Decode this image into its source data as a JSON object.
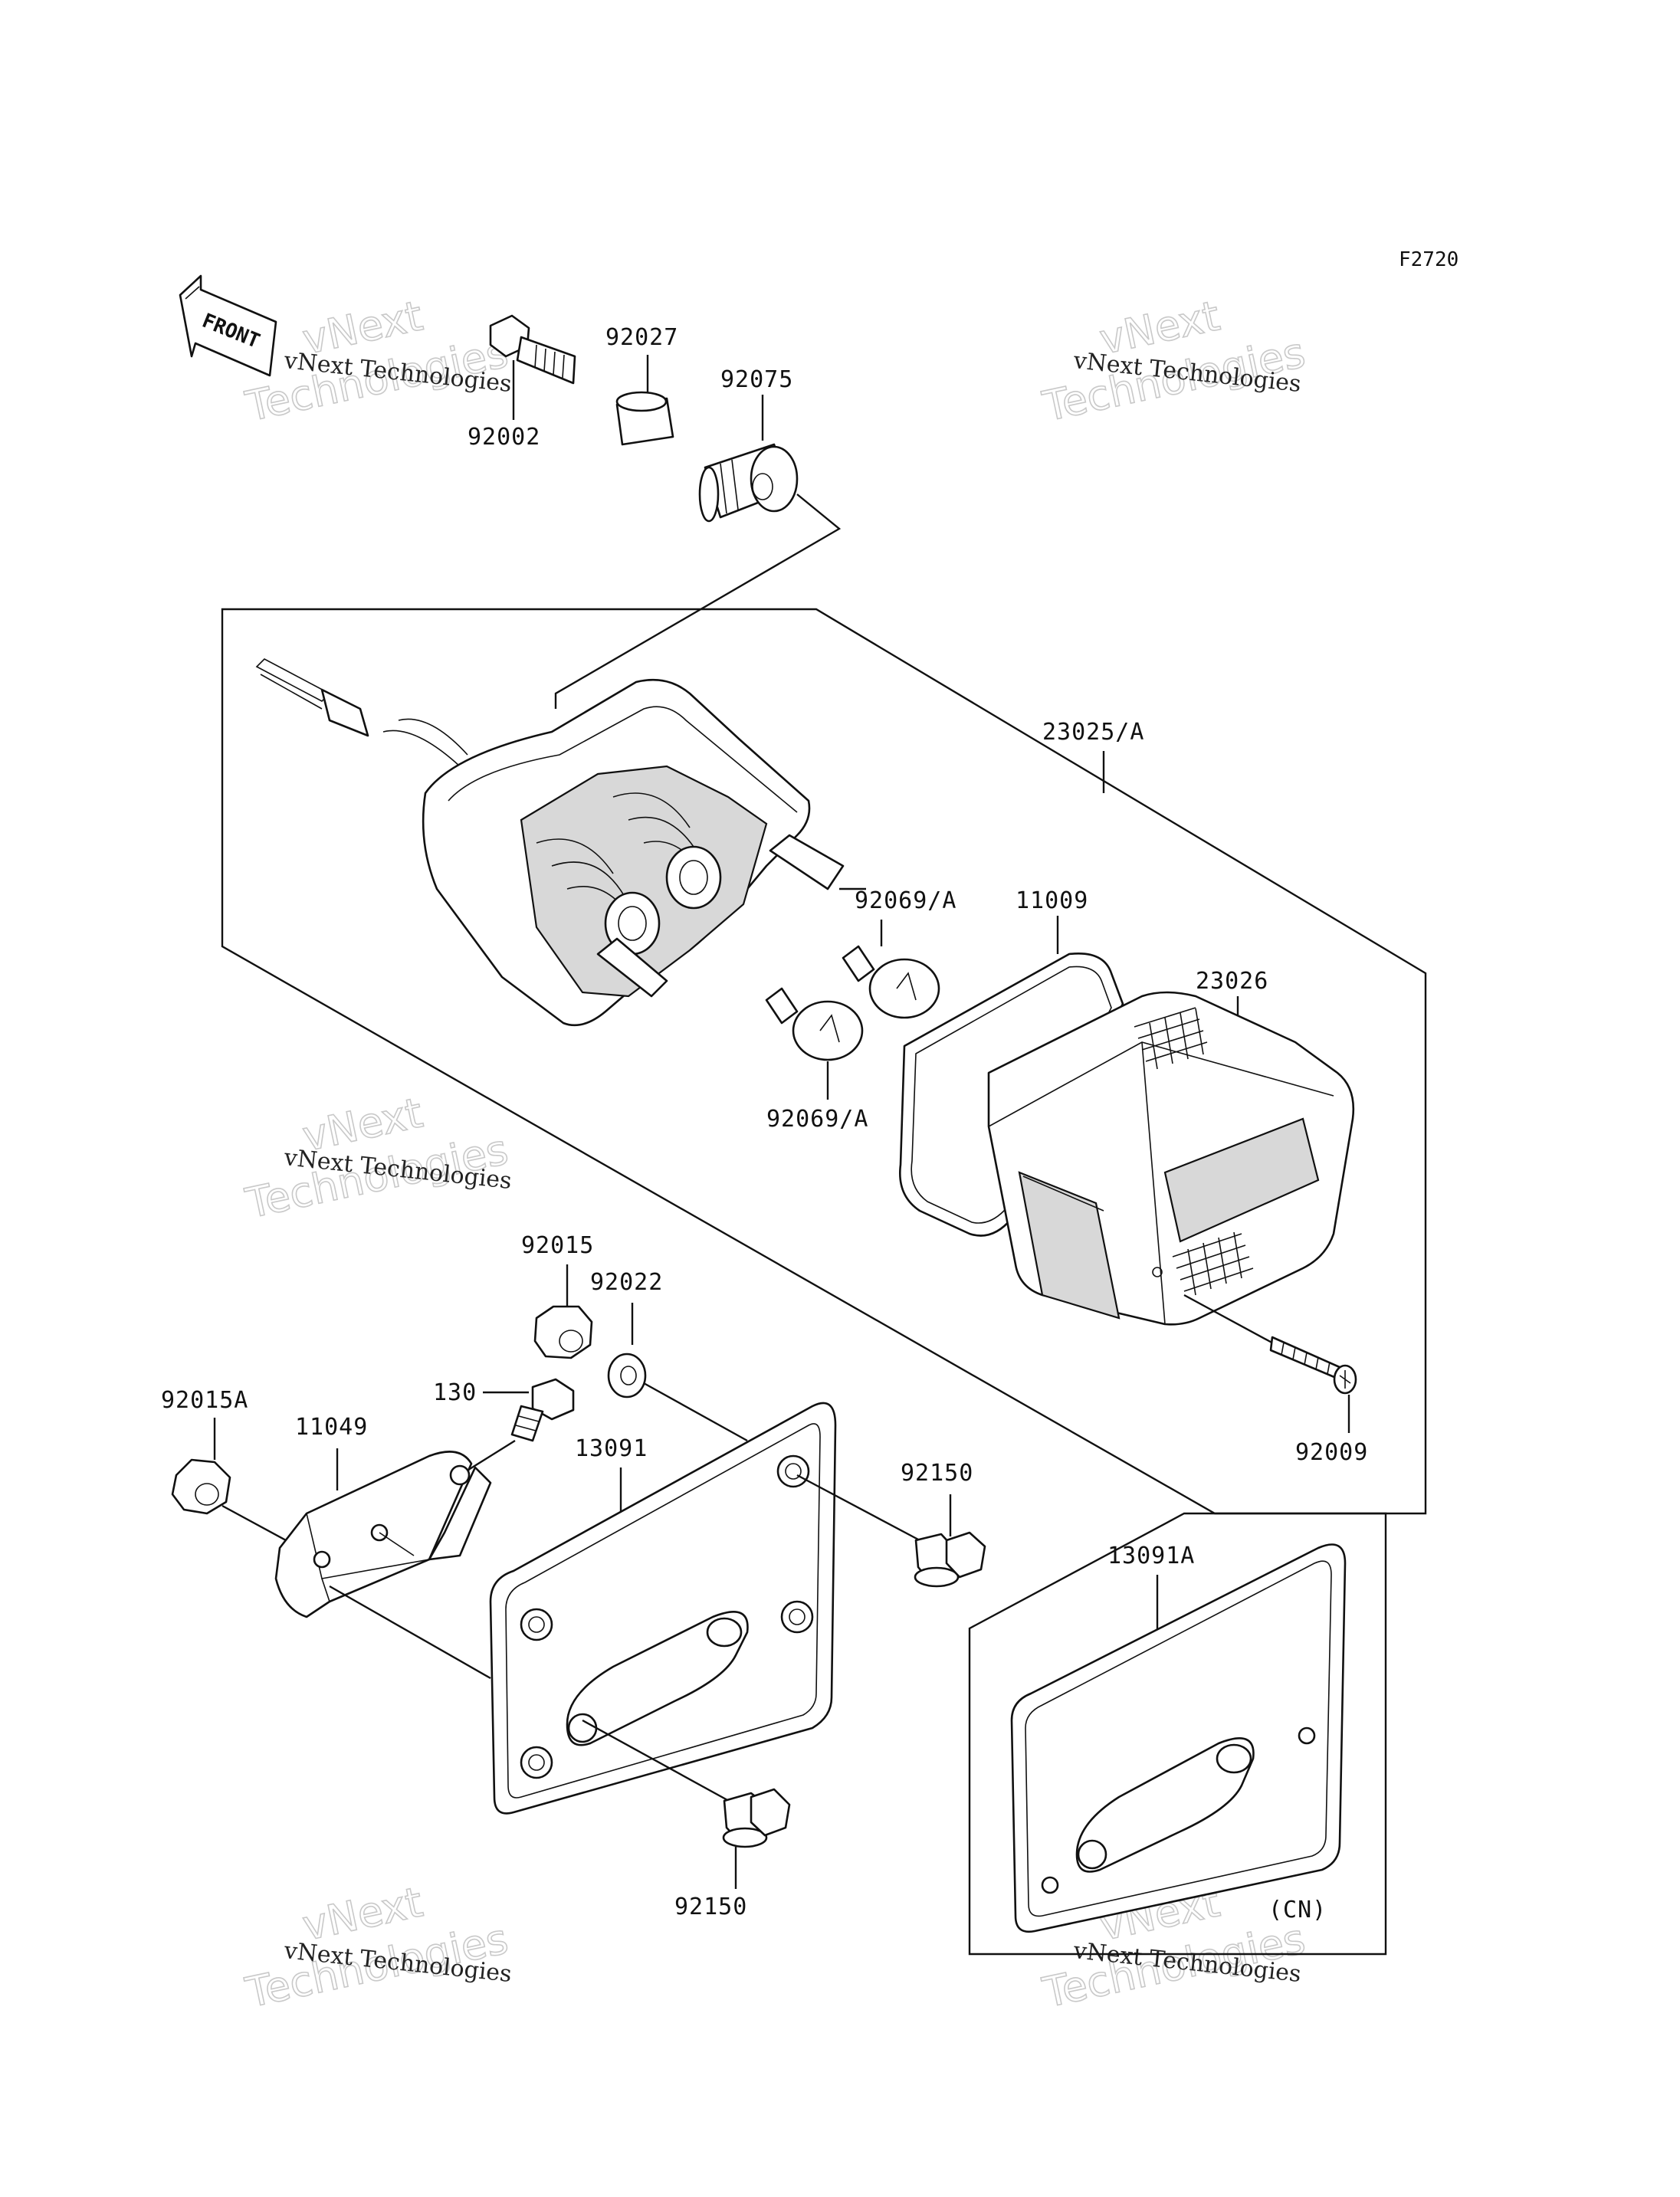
{
  "diagram": {
    "code": "F2720",
    "front_label": "FRONT",
    "variant_note": "(CN)",
    "watermark": {
      "small_text": "vNext Technologies",
      "big_line1": "vNext",
      "big_line2": "Technologies"
    },
    "parts": {
      "p92002": "92002",
      "p92027": "92027",
      "p92075": "92075",
      "p23025A": "23025/A",
      "p92069A_top": "92069/A",
      "p92069A_bottom": "92069/A",
      "p11009": "11009",
      "p23026": "23026",
      "p92015": "92015",
      "p92022": "92022",
      "p130": "130",
      "p92015A": "92015A",
      "p11049": "11049",
      "p13091": "13091",
      "p92150_right": "92150",
      "p92150_bottom": "92150",
      "p92009": "92009",
      "p13091A": "13091A"
    }
  }
}
